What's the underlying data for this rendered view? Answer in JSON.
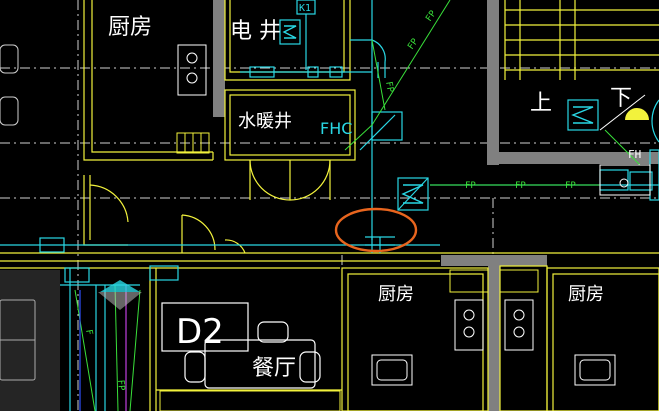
{
  "drawing": {
    "labels": {
      "kitchen_top": "厨房",
      "elevator_shaft": "电 井",
      "water_heating_shaft": "水暖井",
      "fhc": "FHC",
      "k1": "K1",
      "up": "上",
      "down": "下",
      "fh": "FH",
      "kitchen_mid": "厨房",
      "kitchen_right": "厨房",
      "unit_d2": "D2",
      "dining_room": "餐厅",
      "fp_tag": "FP",
      "fp_short": "FP",
      "f_tag": "F"
    },
    "colors": {
      "background": "#000000",
      "wall_gray": "#808080",
      "line_yellow": "#f2f23c",
      "line_cyan": "#29d7e4",
      "line_green": "#39e03a",
      "line_white": "#ffffff",
      "markup_orange": "#e8651e",
      "line_magenta": "#c040e0",
      "line_blue": "#3050ff"
    }
  }
}
